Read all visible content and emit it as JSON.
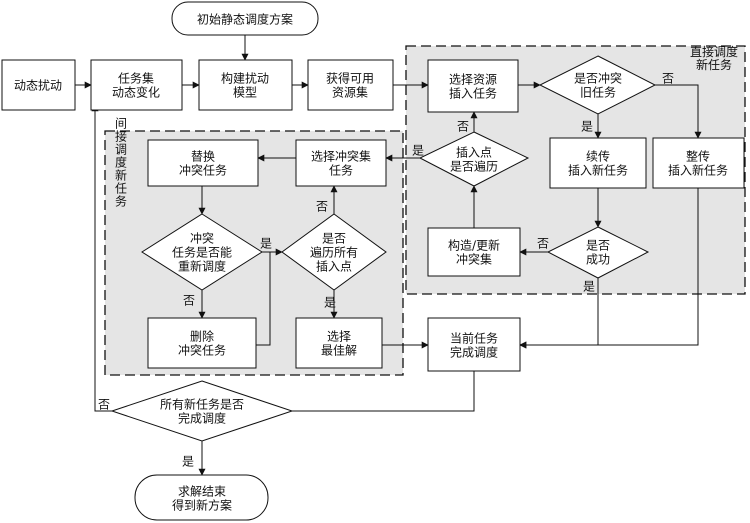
{
  "regions": {
    "direct": "直接调度\n新任务",
    "indirect": "间\n接\n调\n度\n新\n任\n务"
  },
  "nodes": {
    "start": "初始静态调度方案",
    "disturb": "动态扰动",
    "taskset": "任务集\n动态变化",
    "model": "构建扰动\n模型",
    "resources": "获得可用\n资源集",
    "select_resource": "选择资源\n插入任务",
    "conflict_check": "是否冲突\n旧任务",
    "insert_traversed": "插入点\n是否遍历",
    "continue_transmit": "续传\n插入新任务",
    "whole_transmit": "整传\n插入新任务",
    "build_update": "构造/更新\n冲突集",
    "success_check": "是否\n成功",
    "replace": "替换\n冲突任务",
    "select_conflict": "选择冲突集\n任务",
    "reschedule_check": "冲突\n任务是否能\n重新调度",
    "all_insert_traversed": "是否\n遍历所有\n插入点",
    "delete": "删除\n冲突任务",
    "select_best": "选择\n最佳解",
    "current_done": "当前任务\n完成调度",
    "all_done_check": "所有新任务是否\n完成调度",
    "end": "求解结束\n得到新方案"
  },
  "edge_labels": {
    "conflict_no": "否",
    "conflict_yes": "是",
    "traversed_no": "否",
    "traversed_yes": "是",
    "success_no": "否",
    "success_yes": "是",
    "resched_yes": "是",
    "resched_no": "否",
    "all_insert_no": "否",
    "all_insert_yes": "是",
    "all_done_no": "否",
    "all_done_yes": "是"
  }
}
